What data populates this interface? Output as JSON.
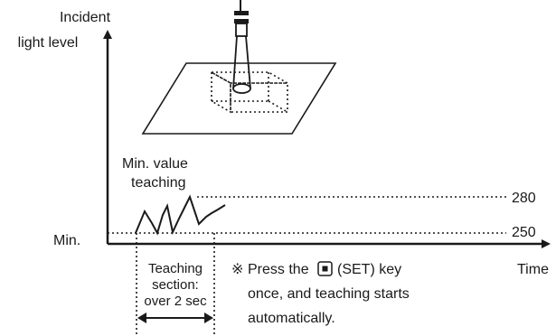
{
  "y_axis": {
    "label_line1": "Incident",
    "label_line2": "light level"
  },
  "x_axis": {
    "label": "Time"
  },
  "min_label": "Min.",
  "levels": {
    "upper": "280",
    "lower": "250"
  },
  "teaching_label": {
    "line1": "Min. value",
    "line2": "teaching"
  },
  "teaching_section": {
    "line1": "Teaching",
    "line2": "section:",
    "line3": "over 2 sec"
  },
  "note": {
    "mark": "※",
    "line1_before": "Press the",
    "line1_after": "(SET) key",
    "line2": "once, and teaching starts",
    "line3": "automatically."
  },
  "icons": {
    "sensor": "fiber-sensor-icon",
    "set_key": "set-key-icon"
  },
  "colors": {
    "ink": "#1a1a1a"
  }
}
